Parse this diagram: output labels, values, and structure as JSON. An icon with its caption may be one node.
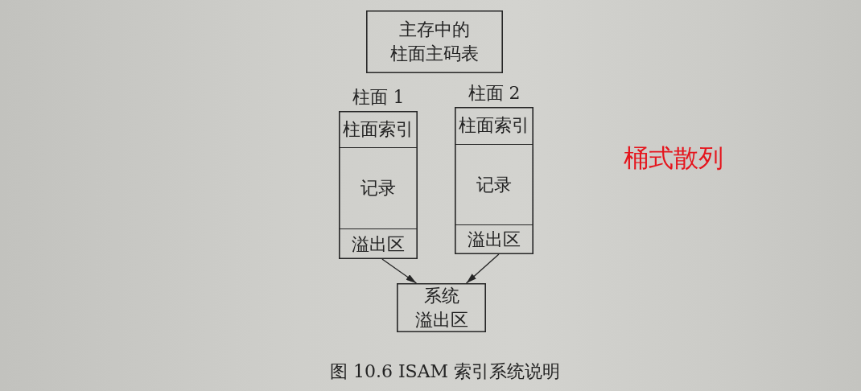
{
  "diagram": {
    "caption": "图 10.6 ISAM 索引系统说明",
    "nodes": [
      {
        "text": [
          "主存中的柱面主码表"
        ]
      },
      {
        "text": [
          "柱面 1"
        ]
      },
      {
        "text": [
          "柱面索引"
        ],
        "in": 1
      },
      {
        "text": [
          "记录"
        ],
        "in": 1
      },
      {
        "text": [
          "溢出区"
        ],
        "in": 1
      },
      {
        "text": [
          "柱面 2"
        ]
      },
      {
        "text": [
          "柱面索引"
        ],
        "in": 5
      },
      {
        "text": [
          "记录"
        ],
        "in": 5
      },
      {
        "text": [
          "溢出区"
        ],
        "in": 5
      },
      {
        "text": [
          "系统溢出区"
        ]
      }
    ],
    "edges": [
      {
        "from": 4,
        "to": 9,
        "arrow": "to"
      },
      {
        "from": 8,
        "to": 9,
        "arrow": "to"
      }
    ],
    "labels": [
      "桶式散列"
    ]
  }
}
